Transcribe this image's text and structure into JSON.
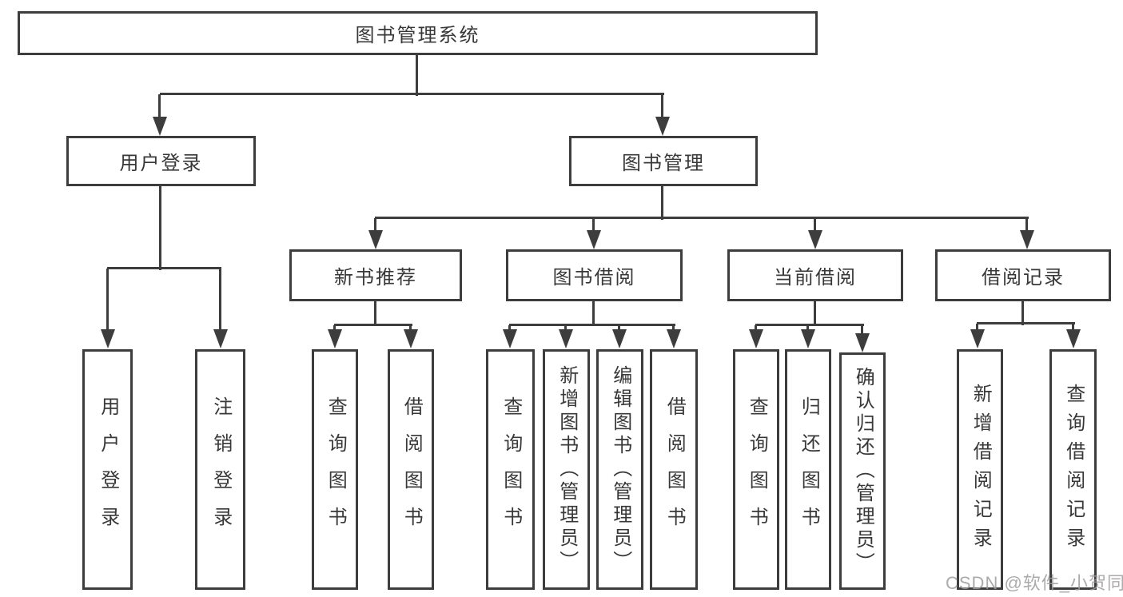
{
  "diagram": {
    "root": {
      "label": "图书管理系统"
    },
    "level2": [
      {
        "label": "用户登录",
        "parent": "图书管理系统"
      },
      {
        "label": "图书管理",
        "parent": "图书管理系统"
      }
    ],
    "level3": [
      {
        "label": "新书推荐",
        "parent": "图书管理"
      },
      {
        "label": "图书借阅",
        "parent": "图书管理"
      },
      {
        "label": "当前借阅",
        "parent": "图书管理"
      },
      {
        "label": "借阅记录",
        "parent": "图书管理"
      }
    ],
    "leaves": [
      {
        "label": "用户登录",
        "parent": "用户登录"
      },
      {
        "label": "注销登录",
        "parent": "用户登录"
      },
      {
        "label": "查询图书",
        "parent": "新书推荐"
      },
      {
        "label": "借阅图书",
        "parent": "新书推荐"
      },
      {
        "label": "查询图书",
        "parent": "图书借阅"
      },
      {
        "label": "新增图书（管理员）",
        "parent": "图书借阅"
      },
      {
        "label": "编辑图书（管理员）",
        "parent": "图书借阅"
      },
      {
        "label": "借阅图书",
        "parent": "图书借阅"
      },
      {
        "label": "查询图书",
        "parent": "当前借阅"
      },
      {
        "label": "归还图书",
        "parent": "当前借阅"
      },
      {
        "label": "确认归还（管理员）",
        "parent": "当前借阅"
      },
      {
        "label": "新增借阅记录",
        "parent": "借阅记录"
      },
      {
        "label": "查询借阅记录",
        "parent": "借阅记录"
      }
    ]
  },
  "watermark": {
    "text": "CSDN @软件_小贺同学"
  },
  "colors": {
    "line": "#3d3d3d",
    "text": "#383838",
    "background": "#ffffff",
    "watermark": "#b3b0b0"
  }
}
